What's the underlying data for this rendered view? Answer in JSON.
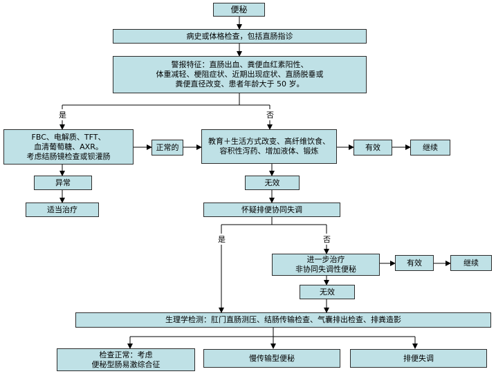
{
  "nodes": {
    "constipation": "便秘",
    "history": "病史或体格检查，包括直肠指诊",
    "alarm": "警报特征：直肠出血、粪便血红素阳性、\n体重减轻、梗阻症状、近期出现症状、直肠脱垂或\n粪便直径改变、患者年龄大于  50  岁。",
    "tests": "FBC、电解质、TFT、\n血清葡萄糖、AXR。\n考虑结肠镜检查或钡灌肠",
    "normal": "正常的",
    "education": "教育＋生活方式改变、高纤维饮食、\n容积性泻药、增加液体、锻炼",
    "effective1": "有效",
    "continue1": "继续",
    "abnormal": "异常",
    "treatment": "适当治疗",
    "ineffective1": "无效",
    "suspect": "怀疑排便协同失调",
    "further": "进一步治疗\n非协同失调性便秘",
    "effective2": "有效",
    "continue2": "继续",
    "ineffective2": "无效",
    "physio": "生理学检测：肛门直肠测压、结肠传输检查、气囊排出检查、排粪造影",
    "ibs": "检查正常：考虑\n便秘型肠易激综合征",
    "slow": "慢传输型便秘",
    "dyssynergia": "排便失调"
  },
  "labels": {
    "yes1": "是",
    "no1": "否",
    "yes2": "是",
    "no2": "否"
  },
  "colors": {
    "box_fill": "#bfe1e6",
    "box_border": "#2b2b2b",
    "line": "#000000"
  }
}
